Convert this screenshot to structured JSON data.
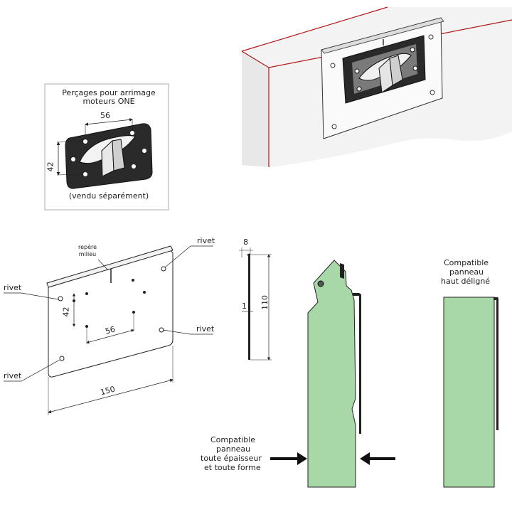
{
  "inset": {
    "title_line1": "Perçages pour arrimage",
    "title_line2": "moteurs ONE",
    "dim_width": "56",
    "dim_height": "42",
    "caption": "(vendu séparément)"
  },
  "plate_drawing": {
    "center_mark_line1": "repère",
    "center_mark_line2": "milieu",
    "rivet_label": "rivet",
    "dim_holes_width": "56",
    "dim_holes_height": "42",
    "dim_plate_width": "150"
  },
  "profile_drawing": {
    "dim_top": "8",
    "dim_thickness": "1",
    "dim_height": "110"
  },
  "panel_full": {
    "caption_line1": "Compatible",
    "caption_line2": "panneau",
    "caption_line3": "toute épaisseur",
    "caption_line4": "et toute forme"
  },
  "panel_lowered": {
    "caption_line1": "Compatible",
    "caption_line2": "panneau",
    "caption_line3": "haut déligné"
  },
  "colors": {
    "panel_green": "#a8d8a8",
    "edge_red": "#b01818",
    "stroke": "#222222"
  }
}
